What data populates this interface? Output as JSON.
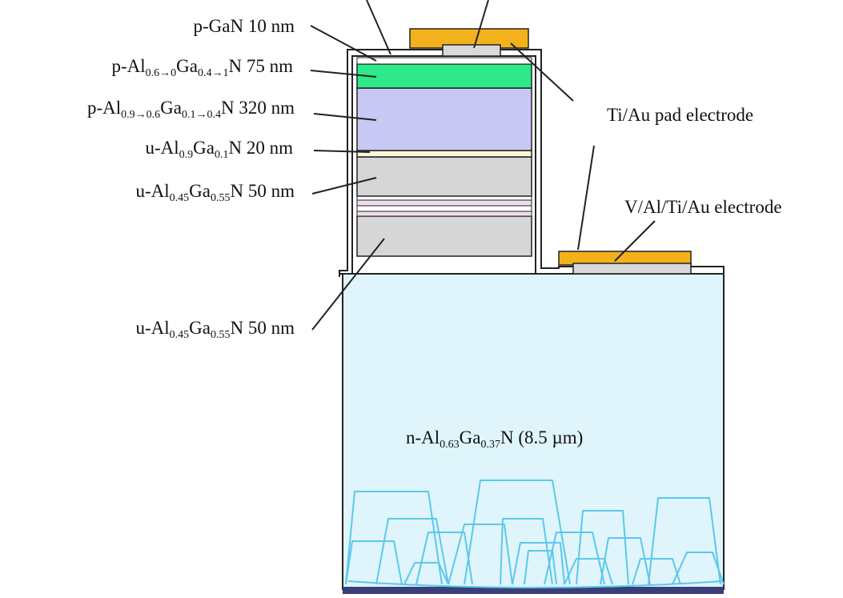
{
  "labels": {
    "p_gan": {
      "parts": [
        {
          "t": "p-GaN 10 nm"
        }
      ]
    },
    "p_algan_75": {
      "parts": [
        {
          "t": "p-Al"
        },
        {
          "t": "0.6→0",
          "sub": true
        },
        {
          "t": "Ga"
        },
        {
          "t": "0.4→1",
          "sub": true
        },
        {
          "t": "N 75 nm"
        }
      ]
    },
    "p_algan_320": {
      "parts": [
        {
          "t": "p-Al"
        },
        {
          "t": "0.9→0.6",
          "sub": true
        },
        {
          "t": "Ga"
        },
        {
          "t": "0.1→0.4",
          "sub": true
        },
        {
          "t": "N 320 nm"
        }
      ]
    },
    "u_algan_20": {
      "parts": [
        {
          "t": "u-Al"
        },
        {
          "t": "0.9",
          "sub": true
        },
        {
          "t": "Ga"
        },
        {
          "t": "0.1",
          "sub": true
        },
        {
          "t": "N 20 nm"
        }
      ]
    },
    "u_algan_50_top": {
      "parts": [
        {
          "t": "u-Al"
        },
        {
          "t": "0.45",
          "sub": true
        },
        {
          "t": "Ga"
        },
        {
          "t": "0.55",
          "sub": true
        },
        {
          "t": "N 50 nm"
        }
      ]
    },
    "u_algan_50_bottom": {
      "parts": [
        {
          "t": "u-Al"
        },
        {
          "t": "0.45",
          "sub": true
        },
        {
          "t": "Ga"
        },
        {
          "t": "0.55",
          "sub": true
        },
        {
          "t": "N 50 nm"
        }
      ]
    },
    "ti_au": {
      "parts": [
        {
          "t": "Ti/Au pad electrode"
        }
      ]
    },
    "v_al_ti_au": {
      "parts": [
        {
          "t": "V/Al/Ti/Au electrode"
        }
      ]
    },
    "n_algan": {
      "parts": [
        {
          "t": "n-Al"
        },
        {
          "t": "0.63",
          "sub": true
        },
        {
          "t": "Ga"
        },
        {
          "t": "0.37",
          "sub": true
        },
        {
          "t": "N (8.5 µm)"
        }
      ]
    }
  },
  "colors": {
    "substrate_fill": "#dff4fb",
    "p_algan_320_fill": "#c8c8f4",
    "p_algan_75_fill": "#2ee889",
    "u_algan_fill": "#d6d6d6",
    "u_algan_20_fill": "#fbf7d9",
    "mqw_fill": "#f3dcef",
    "electrode_gold": "#f3b21c",
    "contact_gray": "#d9d9d9",
    "rough_stroke": "#5bc8ec",
    "bottom_bar": "#3a3f7a"
  }
}
